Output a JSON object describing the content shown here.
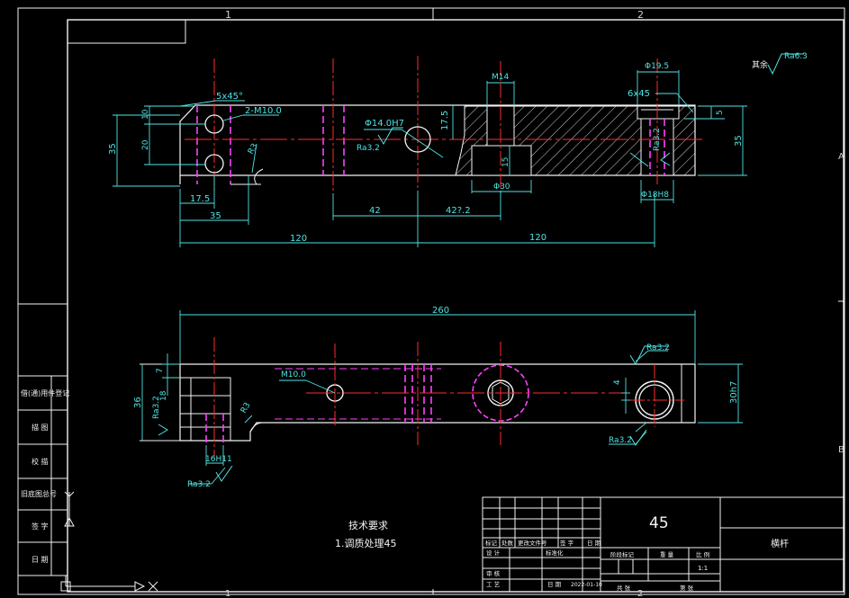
{
  "zones": {
    "top_1": "1",
    "top_2": "2",
    "right_a": "A",
    "right_b": "B",
    "bottom_1": "1",
    "bottom_2": "2"
  },
  "top_view": {
    "chamfer_left": "5x45°",
    "thread_holes": "2-M10.0",
    "bore_center": "Φ14.0H7",
    "roughness_center": "Ra3.2",
    "dim_17_5_vert": "17.5",
    "pocket_width": "M14",
    "pocket_bore": "Φ30",
    "pocket_depth": "15",
    "right_hole_dia": "Φ19.5",
    "chamfer_right": "6x45",
    "right_hole_h8": "Φ18H8",
    "right_ra": "Ra3.2",
    "dim_10": "10",
    "dim_20": "20",
    "dim_35_left": "35",
    "dim_35_right": "35",
    "dim_5": "5",
    "r3": "R3",
    "dim_17_5": "17.5",
    "dim_35_bottom": "35",
    "dim_42": "42",
    "dim_42_2": "42?.2",
    "dim_120_left": "120",
    "dim_120_right": "120"
  },
  "surface_note": {
    "label": "其余",
    "ra": "Ra6.3"
  },
  "bottom_view": {
    "overall_length": "260",
    "m10": "M10.0",
    "ra_top_right": "Ra3.2",
    "ra_bottom_right": "Ra3.2",
    "ra_left": "Ra3.2",
    "ra_bottom_left": "Ra3.2",
    "dim_7": "7",
    "dim_18": "18",
    "dim_36": "36",
    "dim_4": "4",
    "dim_30h7": "30h7",
    "slot_width": "16H11",
    "r3": "R3"
  },
  "tech_req": {
    "title": "技术要求",
    "item": "1.调质处理45"
  },
  "left_strip": [
    "借(通)用件登记",
    "描 图",
    "校 描",
    "旧底图总号",
    "签 字",
    "日 期"
  ],
  "title_block": {
    "material": "45",
    "part_name": "横杆",
    "scale": "1:1",
    "header_cells": [
      "标记",
      "处数",
      "更改文件号",
      "签 字",
      "日 期"
    ],
    "row_labels": [
      "设 计",
      "标准化",
      "审 核",
      "工 艺",
      "日 期"
    ],
    "date": "2022-01-10",
    "stage_headers": [
      "阶段标记",
      "重 量",
      "比 例"
    ],
    "sheet_cells": [
      "共 张",
      "第 张"
    ]
  }
}
